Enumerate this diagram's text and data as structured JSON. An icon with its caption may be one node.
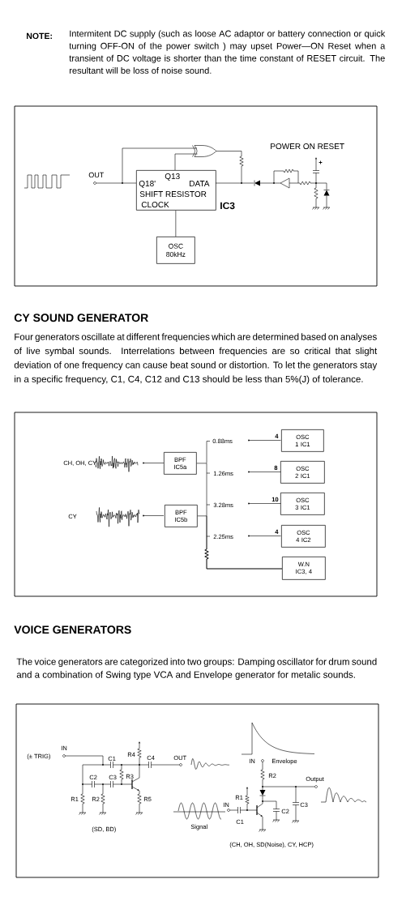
{
  "diagram": {
    "nodes": [
      {
        "text": [
          "Q18'",
          "Q13",
          "DATA",
          "SHIFT RESISTOR",
          "CLOCK"
        ],
        "beside": [
          "IC3"
        ]
      },
      {
        "text": [
          "OSC 80kHz"
        ]
      },
      {
        "text": [
          "BPF IC5a"
        ]
      },
      {
        "text": [
          "BPF IC5b"
        ]
      },
      {
        "text": [
          "OSC 1 IC1"
        ],
        "beside": [
          "4"
        ]
      },
      {
        "text": [
          "OSC 2 IC1"
        ],
        "beside": [
          "8"
        ]
      },
      {
        "text": [
          "OSC 3 IC1"
        ],
        "beside": [
          "10"
        ]
      },
      {
        "text": [
          "OSC 4 IC2"
        ],
        "beside": [
          "4"
        ]
      },
      {
        "text": [
          "W.N IC3, 4"
        ]
      }
    ],
    "edges": [
      {
        "from": 1,
        "to": 0,
        "arrow": "none"
      },
      {
        "from": 2,
        "to": 8,
        "arrow": "none"
      },
      {
        "from": 3,
        "to": 8,
        "arrow": "none"
      }
    ],
    "labels": [
      "NOTE:",
      "Intermitent DC supply (such as loose AC adaptor or battery connection or quick turning OFF-ON of the power switch ) may upset Power—ON Reset when a transient of DC voltage is shorter than the time constant of RESET circuit. The resultant will be loss of noise sound.",
      "POWER ON RESET",
      "+",
      "OUT",
      "CY SOUND GENERATOR",
      "Four generators oscillate at different frequencies which are determined based on analyses of live symbal sounds. Interrelations between frequencies are so critical that slight deviation of one frequency can cause beat sound or distortion. To let the generators stay in a specific frequency, C1, C4, C12 and C13 should be less than 5%(J) of tolerance.",
      "0.88ms",
      "CH, OH, CY",
      "1.26ms",
      "3.28ms",
      "CY",
      "2.25ms",
      "VOICE GENERATORS",
      "The voice generators are categorized into two groups: Damping oscillator for drum sound and a combination of Swing type VCA and Envelope generator for metalic sounds.",
      "IN",
      "(± TRIG)",
      "C1",
      "R4",
      "C4",
      "OUT",
      "IN",
      "Envelope",
      "C2",
      "C3",
      "R3",
      "R2",
      "Output",
      "R1",
      "R2",
      "R5",
      "R1",
      "IN",
      "C3",
      "C2",
      "C1",
      "(SD, BD)",
      "Signal",
      "(CH, OH, SD(Noise), CY, HCP)"
    ]
  }
}
